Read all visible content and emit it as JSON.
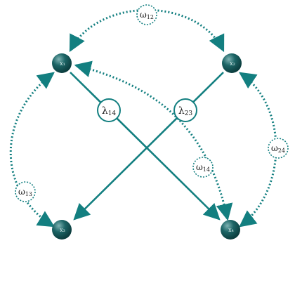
{
  "colors": {
    "teal": "#137f80",
    "node_dark": "#0f4f50",
    "node_light": "#7fb3b3",
    "label_bg": "#ffffff",
    "text": "#1a1a1a"
  },
  "nodes": {
    "n1": {
      "label": "x₁"
    },
    "n2": {
      "label": "x₂"
    },
    "n3": {
      "label": "x₃"
    },
    "n4": {
      "label": "x₄"
    }
  },
  "solid_edges": {
    "lambda14": {
      "symbol": "λ",
      "sub": "14"
    },
    "lambda23": {
      "symbol": "λ",
      "sub": "23"
    }
  },
  "dotted_edges": {
    "omega12": {
      "symbol": "ω",
      "sub": "12"
    },
    "omega13": {
      "symbol": "ω",
      "sub": "13"
    },
    "omega14": {
      "symbol": "ω",
      "sub": "14"
    },
    "omega24": {
      "symbol": "ω",
      "sub": "24"
    }
  }
}
